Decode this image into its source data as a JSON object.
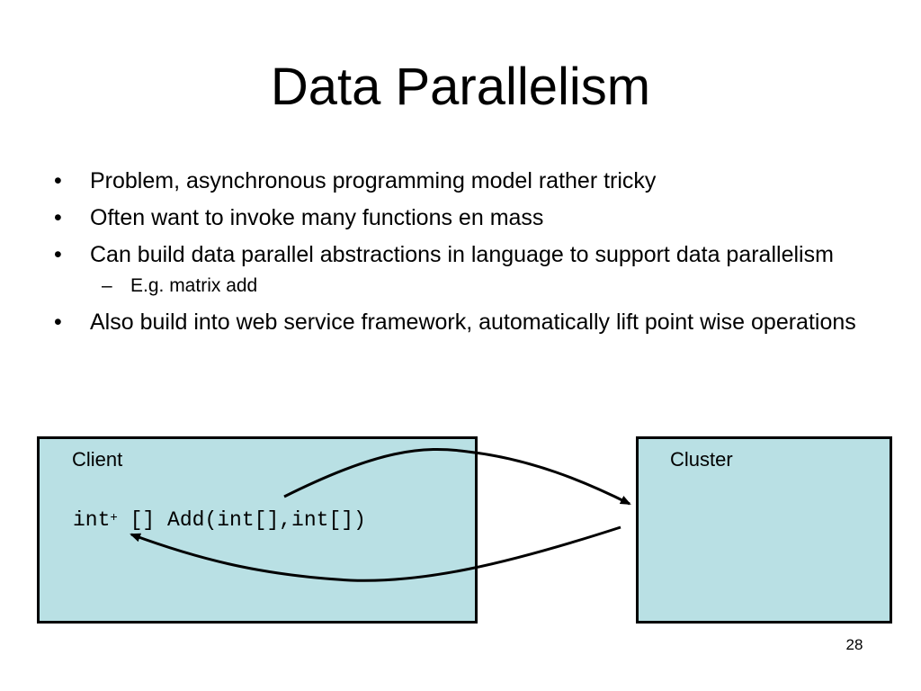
{
  "slide": {
    "title": "Data Parallelism",
    "bullets": [
      "Problem, asynchronous programming model rather tricky",
      "Often want to invoke many functions en mass",
      "Can build data parallel abstractions in language to support data parallelism",
      "Also build into web service framework, automatically lift point wise operations"
    ],
    "bullet_symbol": "•",
    "sub_bullet": "E.g. matrix add",
    "sub_symbol": "–",
    "diagram": {
      "client_label": "Client",
      "cluster_label": "Cluster",
      "code_prefix": "int",
      "code_superscript": "+",
      "code_suffix": " [] Add(int[],int[])",
      "box_fill": "#b9e0e4"
    },
    "page_number": "28"
  }
}
